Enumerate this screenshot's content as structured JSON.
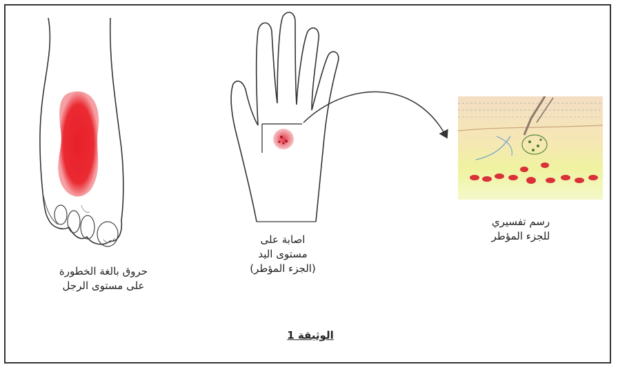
{
  "captions": {
    "foot": [
      "حروق بالغة الخطورة",
      "على مستوى الرجل"
    ],
    "hand": [
      "اصابة على",
      "مستوى اليد",
      "(الجزء المؤطر)"
    ],
    "zoom": [
      "رسم تفسيري",
      "للجزء المؤطر"
    ]
  },
  "document_label": "الوثيقة 1",
  "colors": {
    "burn": "#e8202a",
    "skin_outline": "#333333",
    "skin_fill": "#fdf3ea",
    "tissue_top": "#f2d9b8",
    "tissue_mid": "#eef29a",
    "blood": "#d9303a"
  },
  "icons": [
    "foot-illustration",
    "hand-illustration",
    "arrow-icon",
    "skin-section-illustration"
  ]
}
